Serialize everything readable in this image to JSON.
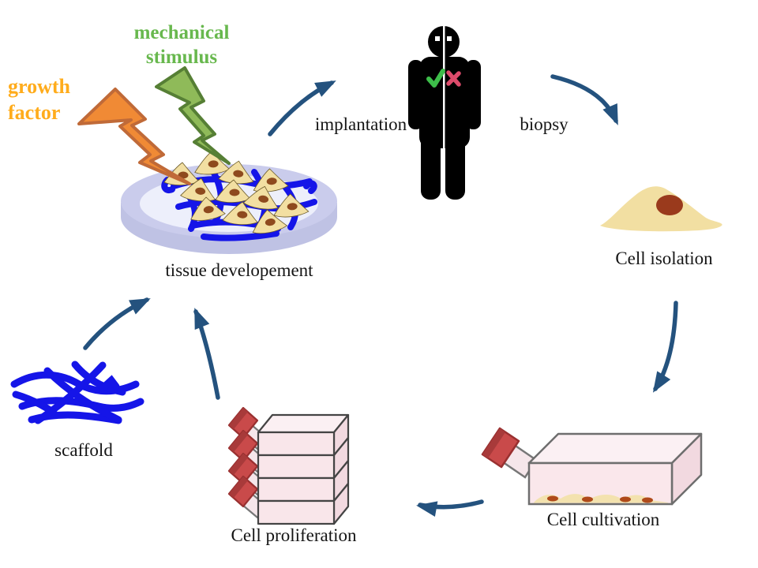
{
  "labels": {
    "growth_factor_line1": "growth",
    "growth_factor_line2": "factor",
    "mechanical_line1": "mechanical",
    "mechanical_line2": "stimulus",
    "implantation": "implantation",
    "biopsy": "biopsy",
    "cell_isolation": "Cell isolation",
    "cell_cultivation": "Cell cultivation",
    "cell_proliferation": "Cell proliferation",
    "scaffold": "scaffold",
    "tissue_developement": "tissue developement"
  },
  "colors": {
    "arrow": "#24527E",
    "scaffold_fiber": "#1515E8",
    "bolt_orange_fill": "#F08A35",
    "bolt_orange_stroke": "#C06A38",
    "bolt_green_fill": "#8FBA59",
    "bolt_green_stroke": "#567F35",
    "growth_factor_text": "#FFAC1C",
    "mechanical_text": "#68B84E",
    "cell_body": "#F2DFA2",
    "cell_nucleus": "#8E4A1E",
    "flask_pink": "#FAE7EB",
    "flask_side_pink": "#F2D9E0",
    "cap_red": "#C94A4A",
    "check_green": "#3DBE4A",
    "cross_red": "#DD4B6B",
    "dish_rim": "#CACCEC",
    "dish_wall": "#BFC2E4",
    "dish_inner": "#EDEFFB"
  }
}
